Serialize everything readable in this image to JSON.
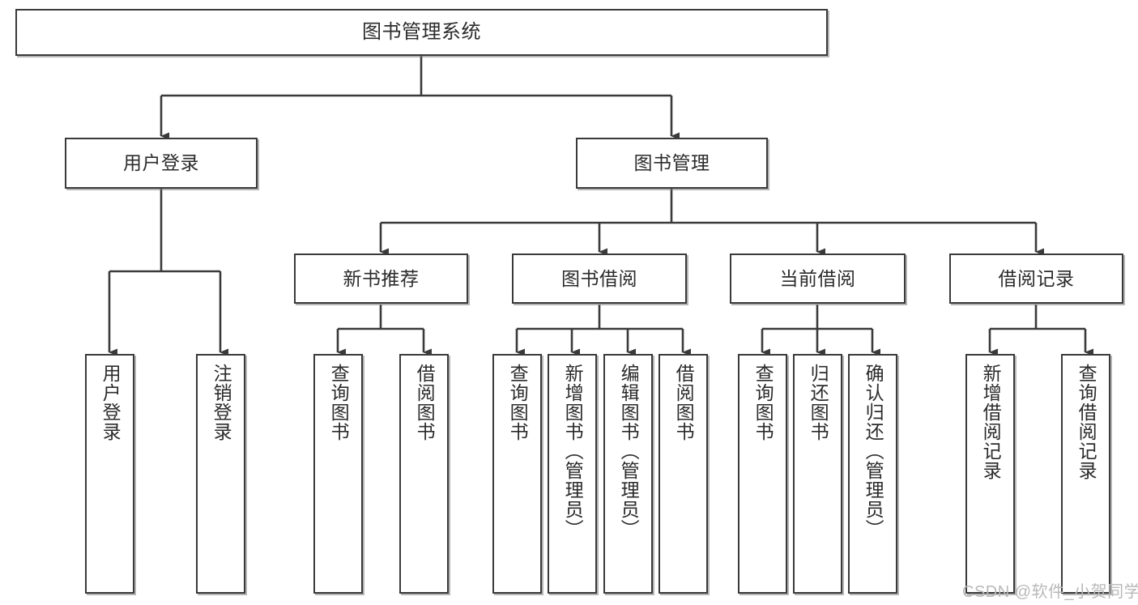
{
  "diagram": {
    "title": "图书管理系统",
    "type": "functional-structure-tree",
    "colors": {
      "box_border": "#3a3a3a",
      "box_fill": "#ffffff",
      "connector": "#3a3a3a",
      "text": "#2b2b2b",
      "watermark": "#b9b9b9",
      "background": "#ffffff"
    },
    "root": {
      "label": "图书管理系统"
    },
    "level2": [
      {
        "label": "用户登录"
      },
      {
        "label": "图书管理"
      }
    ],
    "level3": [
      {
        "label": "新书推荐"
      },
      {
        "label": "图书借阅"
      },
      {
        "label": "当前借阅"
      },
      {
        "label": "借阅记录"
      }
    ],
    "leaves": {
      "user_login": [
        {
          "label": "用户登录"
        },
        {
          "label": "注销登录"
        }
      ],
      "new_book_recommend": [
        {
          "label": "查询图书"
        },
        {
          "label": "借阅图书"
        }
      ],
      "book_borrow": [
        {
          "label": "查询图书"
        },
        {
          "label": "新增图书（管理员）"
        },
        {
          "label": "编辑图书（管理员）"
        },
        {
          "label": "借阅图书"
        }
      ],
      "current_borrow": [
        {
          "label": "查询图书"
        },
        {
          "label": "归还图书"
        },
        {
          "label": "确认归还（管理员）"
        }
      ],
      "borrow_record": [
        {
          "label": "新增借阅记录"
        },
        {
          "label": "查询借阅记录"
        }
      ]
    }
  },
  "watermark": {
    "text": "CSDN @软件_小贺同学"
  }
}
